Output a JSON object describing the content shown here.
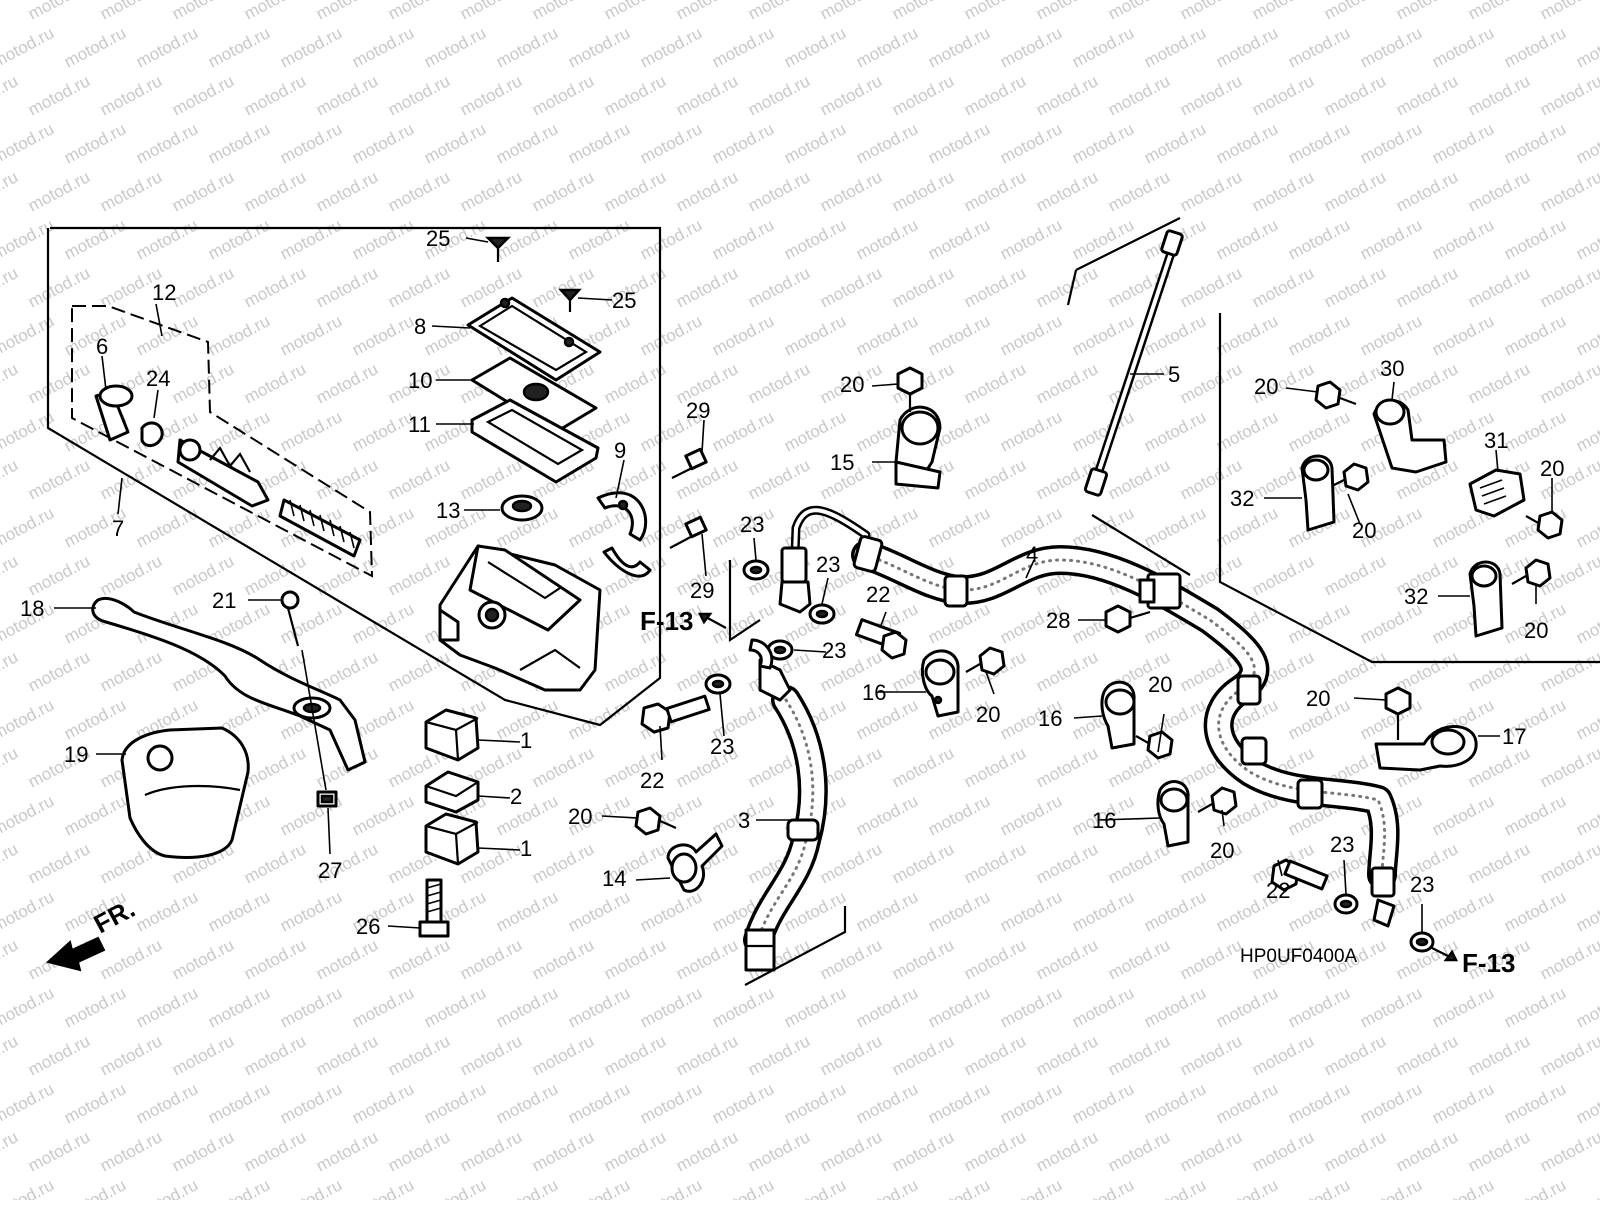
{
  "diagram": {
    "watermark_text": "motod.ru",
    "drawing_code": "HP0UF0400A",
    "front_indicator": "FR.",
    "section_refs": [
      "F-13",
      "F-13"
    ],
    "callouts": [
      "1",
      "1",
      "2",
      "3",
      "4",
      "5",
      "6",
      "7",
      "8",
      "9",
      "10",
      "11",
      "12",
      "13",
      "14",
      "15",
      "16",
      "16",
      "16",
      "17",
      "18",
      "19",
      "20",
      "20",
      "20",
      "20",
      "20",
      "20",
      "20",
      "20",
      "20",
      "20",
      "20",
      "21",
      "22",
      "22",
      "22",
      "23",
      "23",
      "23",
      "23",
      "23",
      "23",
      "24",
      "25",
      "25",
      "26",
      "27",
      "28",
      "29",
      "29",
      "30",
      "31",
      "32",
      "32"
    ]
  }
}
